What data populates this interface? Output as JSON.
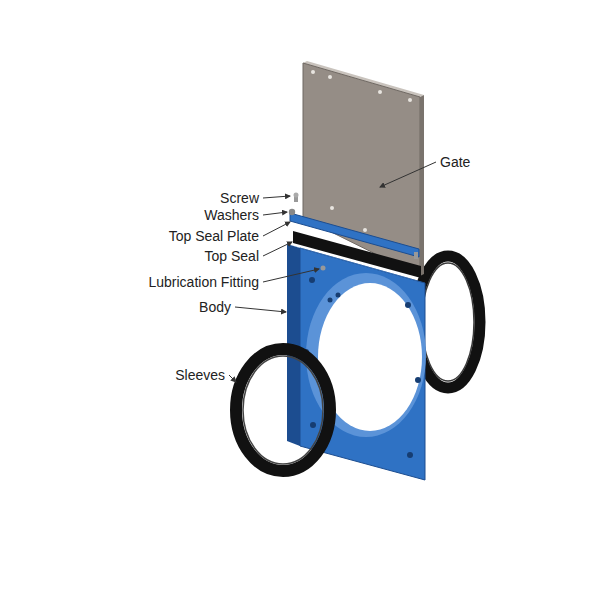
{
  "diagram": {
    "labels": [
      "Gate",
      "Screw",
      "Washers",
      "Top Seal Plate",
      "Top Seal",
      "Lubrication Fitting",
      "Body",
      "Sleeves"
    ]
  }
}
